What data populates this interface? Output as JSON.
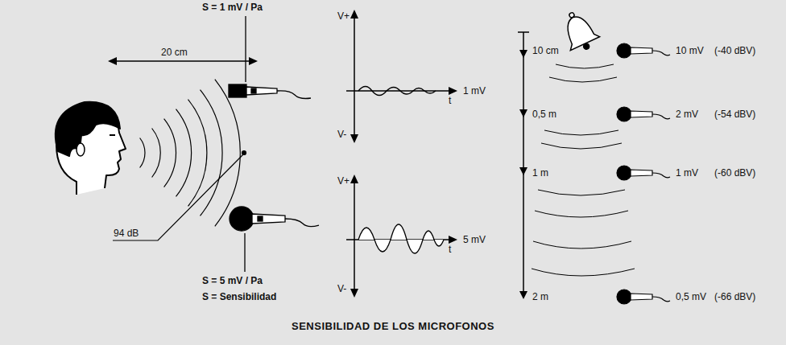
{
  "diagram": {
    "caption": "SENSIBILIDAD DE LOS MICROFONOS",
    "labels": [
      "S = 1 mV / Pa",
      "20 cm",
      "V+",
      "V-",
      "t",
      "1 mV",
      "94 dB",
      "V+",
      "V-",
      "t",
      "5 mV",
      "S = 5 mV / Pa",
      "S = Sensibilidad",
      "10 cm",
      "10 mV",
      "(-40 dBV)",
      "0,5 m",
      "2 mV",
      "(-54 dBV)",
      "1 m",
      "1 mV",
      "(-60 dBV)",
      "2 m",
      "0,5 mV",
      "(-66 dBV)"
    ]
  }
}
